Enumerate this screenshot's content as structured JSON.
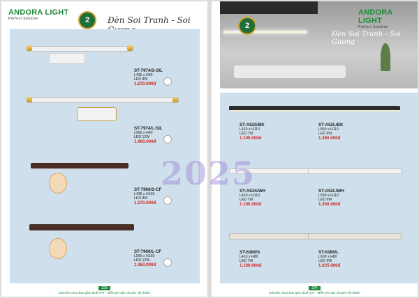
{
  "brand": {
    "name": "ANDORA LIGHT",
    "tagline": "Perfect Solution"
  },
  "badge": "2",
  "series_title": "Đèn Soi Tranh - Soi Gương",
  "watermark": "2025",
  "left_page": {
    "page_number": "223",
    "footer": "Giá trên chưa bao gồm thuế VAT - Miễn phí vận chuyển nội thành",
    "products": [
      {
        "code": "ST-7974/S-SIL",
        "size": "L435 x H90",
        "led": "LED 8W",
        "price": "1.270.000đ"
      },
      {
        "code": "ST-7974/L-SIL",
        "size": "L566 x H90",
        "led": "LED 12W",
        "price": "1.400.000đ"
      },
      {
        "code": "ST-7960/S-CF",
        "size": "L435 x H160",
        "led": "LED 8W",
        "price": "1.270.000đ"
      },
      {
        "code": "ST-7960/L-CF",
        "size": "L566 x H160",
        "led": "LED 12W",
        "price": "1.450.000đ"
      }
    ]
  },
  "right_page": {
    "page_number": "224",
    "footer": "Giá trên chưa bao gồm thuế VAT - Miễn phí vận chuyển nội thành",
    "products": [
      {
        "code": "ST-A52S/BK",
        "size": "L410 x H110",
        "led": "LED 7W",
        "price": "1.100.000đ"
      },
      {
        "code": "ST-A52L/BK",
        "size": "L550 x H110",
        "led": "LED 9W",
        "price": "1.350.000đ"
      },
      {
        "code": "ST-A52S/WH",
        "size": "L410 x H110",
        "led": "LED 7W",
        "price": "1.100.000đ"
      },
      {
        "code": "ST-A52L/WH",
        "size": "L550 x H110",
        "led": "LED 9W",
        "price": "1.350.000đ"
      },
      {
        "code": "ST-6366/S",
        "size": "L410 x H80",
        "led": "LED 7W",
        "price": "1.160.000đ"
      },
      {
        "code": "ST-6366/L",
        "size": "L600 x H80",
        "led": "LED 9W",
        "price": "1.025.000đ"
      }
    ]
  }
}
